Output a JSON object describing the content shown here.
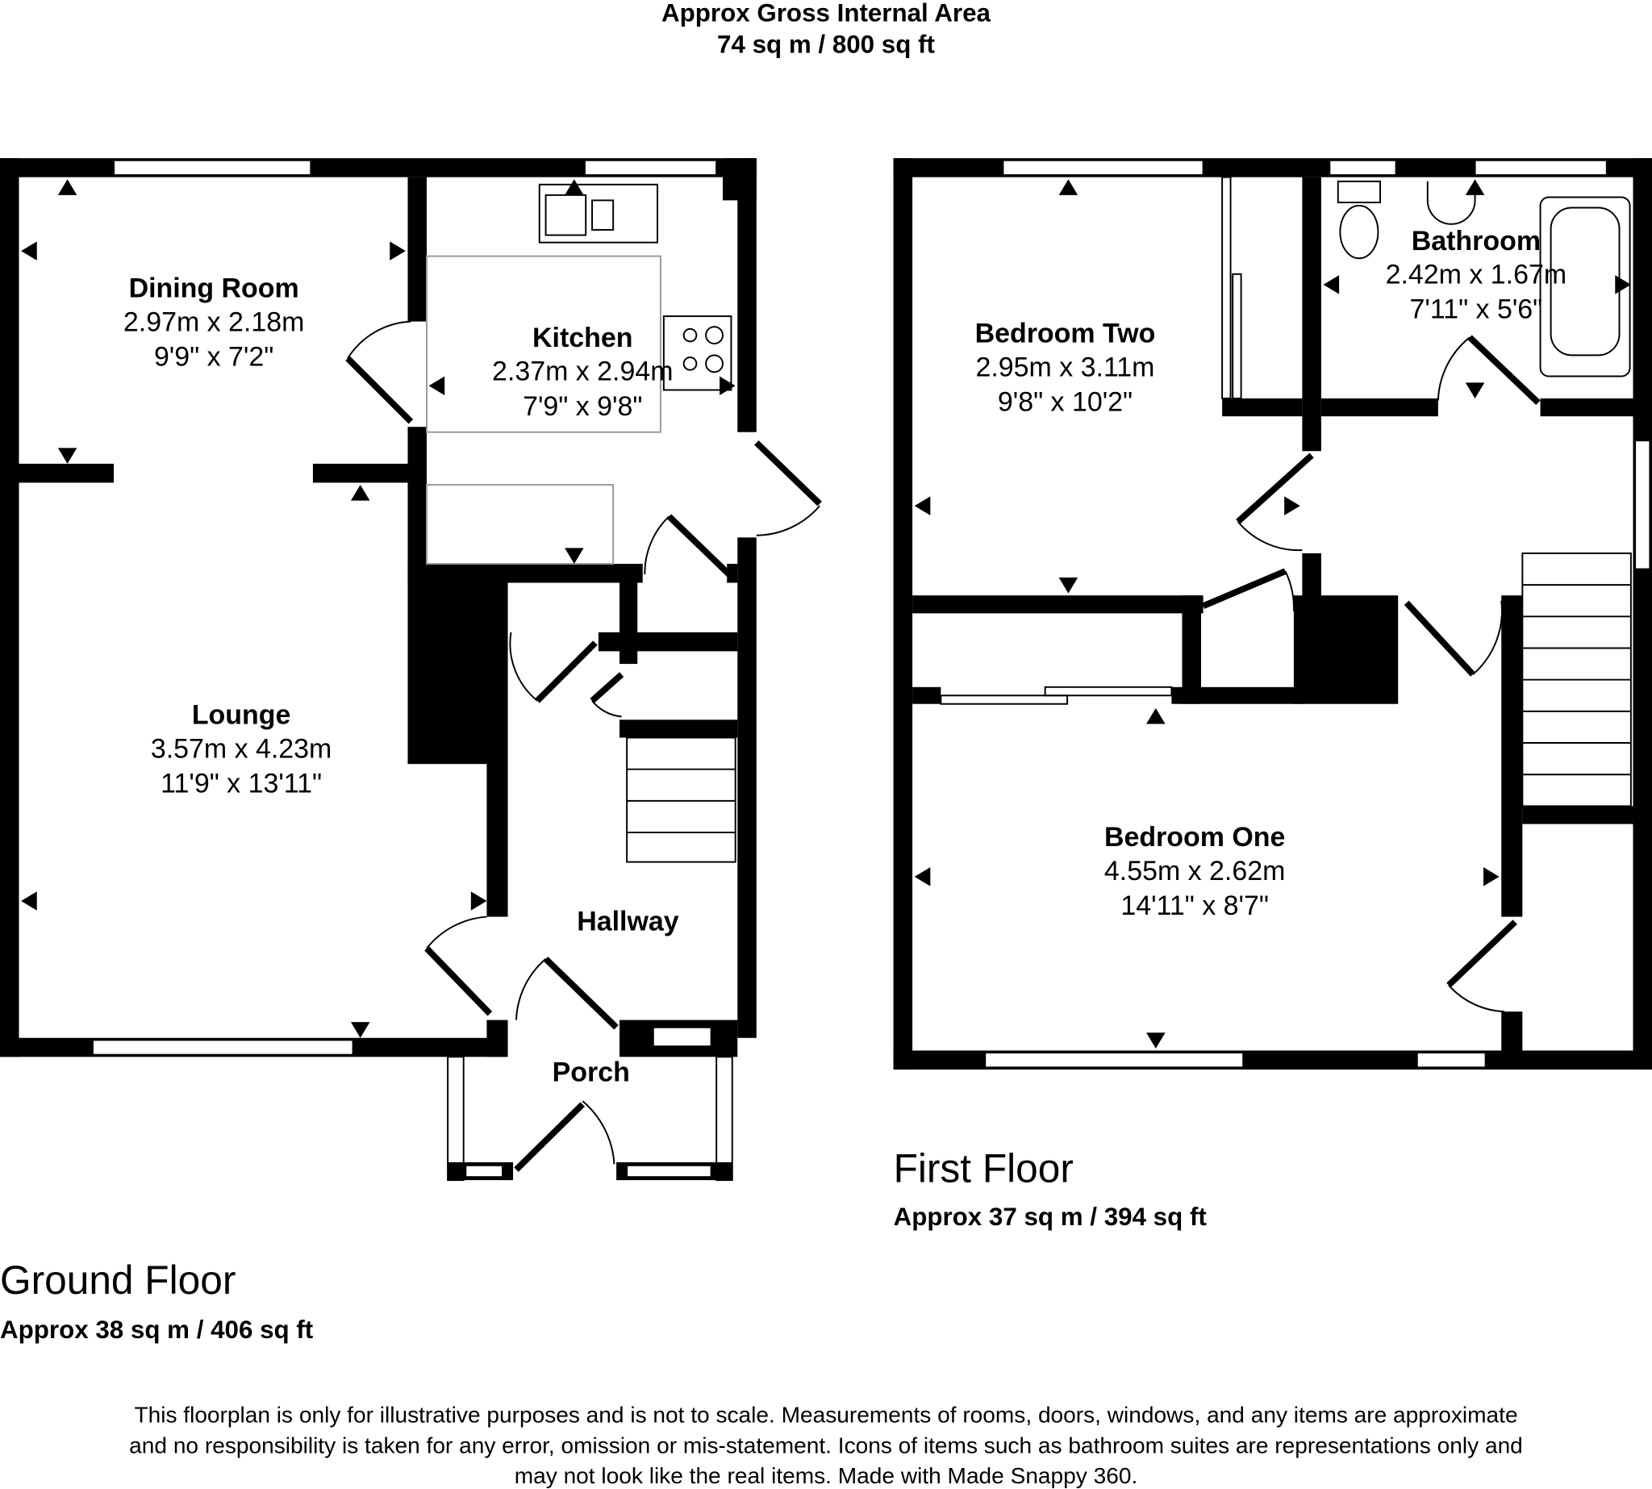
{
  "header": {
    "line1": "Approx Gross Internal Area",
    "line2": "74 sq m / 800 sq ft"
  },
  "ground_floor": {
    "title": "Ground Floor",
    "area": "Approx 38 sq m / 406 sq ft",
    "rooms": [
      {
        "name": "Dining Room",
        "metric": "2.97m x 2.18m",
        "imperial": "9'9\" x 7'2\""
      },
      {
        "name": "Kitchen",
        "metric": "2.37m x 2.94m",
        "imperial": "7'9\" x 9'8\""
      },
      {
        "name": "Lounge",
        "metric": "3.57m x 4.23m",
        "imperial": "11'9\" x 13'11\""
      },
      {
        "name": "Hallway"
      },
      {
        "name": "Porch"
      }
    ]
  },
  "first_floor": {
    "title": "First Floor",
    "area": "Approx 37 sq m / 394 sq ft",
    "rooms": [
      {
        "name": "Bedroom Two",
        "metric": "2.95m x 3.11m",
        "imperial": "9'8\" x 10'2\""
      },
      {
        "name": "Bathroom",
        "metric": "2.42m x 1.67m",
        "imperial": "7'11\" x 5'6\""
      },
      {
        "name": "Bedroom One",
        "metric": "4.55m x 2.62m",
        "imperial": "14'11\" x 8'7\""
      }
    ]
  },
  "disclaimer": {
    "line1": "This floorplan is only for illustrative purposes and is not to scale. Measurements of rooms, doors, windows, and any items are approximate",
    "line2": "and no responsibility is taken for any error, omission or mis-statement. Icons of items such as bathroom suites are representations only and",
    "line3": "may not look like the real items. Made with Made Snappy 360."
  }
}
